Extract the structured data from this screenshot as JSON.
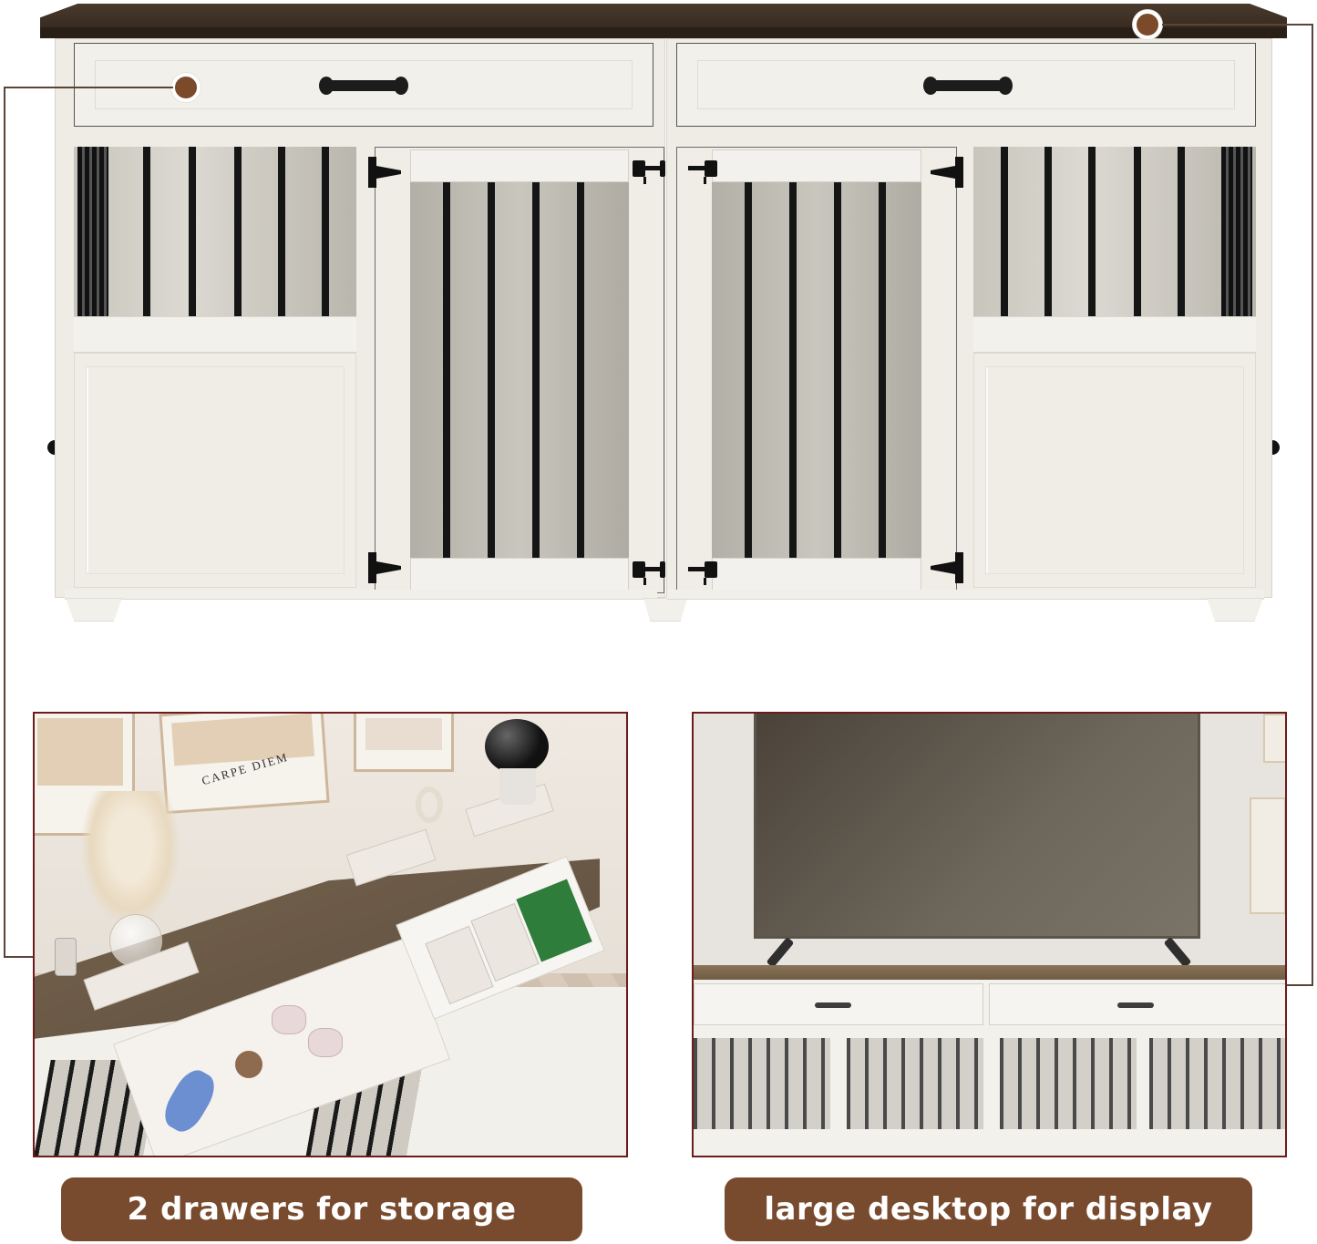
{
  "product": {
    "name": "Double dog crate furniture with drawers",
    "colors": {
      "top": "#3a2c21",
      "body": "#efece6",
      "bars": "#151515",
      "accent": "#784a2e",
      "photo_border": "#6b1c1c"
    },
    "units": 2,
    "drawers": 2,
    "doors": 2,
    "callouts": [
      {
        "id": "drawer-callout",
        "target": "left drawer",
        "color": "#7b4a2a"
      },
      {
        "id": "desktop-callout",
        "target": "right tabletop",
        "color": "#7b4a2a"
      }
    ]
  },
  "photos": {
    "left": {
      "scene": "top-down view with drawers open",
      "wall_art_text": "CARPE DIEM"
    },
    "right": {
      "scene": "TV displayed on cabinet top"
    }
  },
  "captions": {
    "left": "2 drawers for storage",
    "right": "large desktop for display"
  }
}
